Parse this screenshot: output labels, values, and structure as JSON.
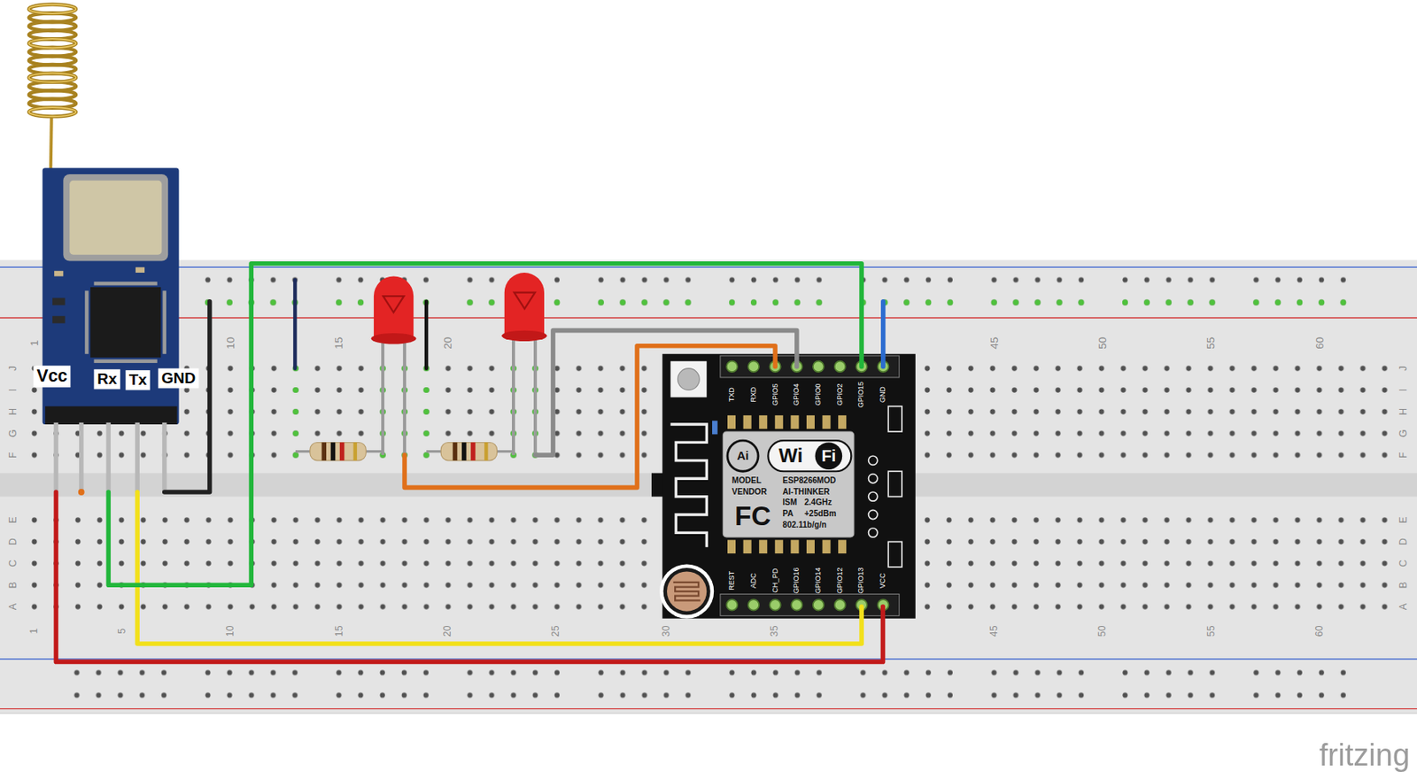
{
  "diagram": {
    "nodes": [
      {
        "text": [
          "Vcc"
        ]
      },
      {
        "text": [
          "Rx"
        ]
      },
      {
        "text": [
          "Tx"
        ]
      },
      {
        "text": [
          "GND"
        ]
      }
    ],
    "labels": [
      "1",
      "10",
      "15",
      "20",
      "45",
      "50",
      "55",
      "60",
      "1",
      "5",
      "10",
      "15",
      "20",
      "25",
      "30",
      "35",
      "45",
      "50",
      "55",
      "60",
      "J",
      "I",
      "H",
      "G",
      "F",
      "E",
      "D",
      "C",
      "B",
      "A",
      "J",
      "I",
      "H",
      "G",
      "F",
      "E",
      "D",
      "C",
      "B",
      "A",
      "TXD",
      "RXD",
      "GPIO5",
      "GPIO4",
      "GPIO0",
      "GPIO2",
      "GPIO15",
      "GND",
      "REST",
      "ADC",
      "CH_PD",
      "GPIO16",
      "GPIO14",
      "GPIO12",
      "GPIO13",
      "VCC",
      "Ai",
      "Wi",
      "Fi",
      "MODEL",
      "ESP8266MOD",
      "VENDOR",
      "AI-THINKER",
      "FC",
      "ISM",
      "2.4GHz",
      "PA",
      "+25dBm",
      "802.11b/g/n",
      "fritzing"
    ]
  }
}
